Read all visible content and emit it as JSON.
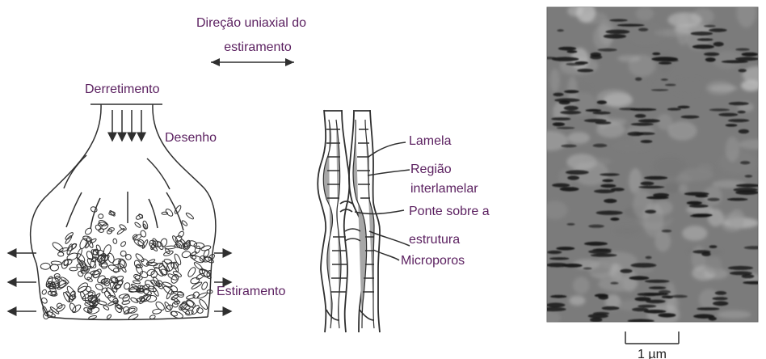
{
  "diagram": {
    "direction_label_line1": "Direção uniaxial do",
    "direction_label_line2": "estiramento",
    "melt_label": "Derretimento",
    "draw_label": "Desenho",
    "stretch_label": "Estiramento",
    "lamella_label": "Lamela",
    "interlamellar_line1": "Região",
    "interlamellar_line2": "interlamelar",
    "bridge_line1": "Ponte sobre a",
    "bridge_line2": "estrutura",
    "micropores_label": "Microporos",
    "scale_bar_label": "1 µm"
  },
  "colors": {
    "line": "#2f2f2f",
    "label_text": "#5a1f5f",
    "black_text": "#1e1e1e",
    "micrograph_base": "#7b7b7b",
    "micrograph_dark": "#141414",
    "micrograph_light": "#b9b9b9",
    "fiber_fill": "#a7a7a7"
  }
}
